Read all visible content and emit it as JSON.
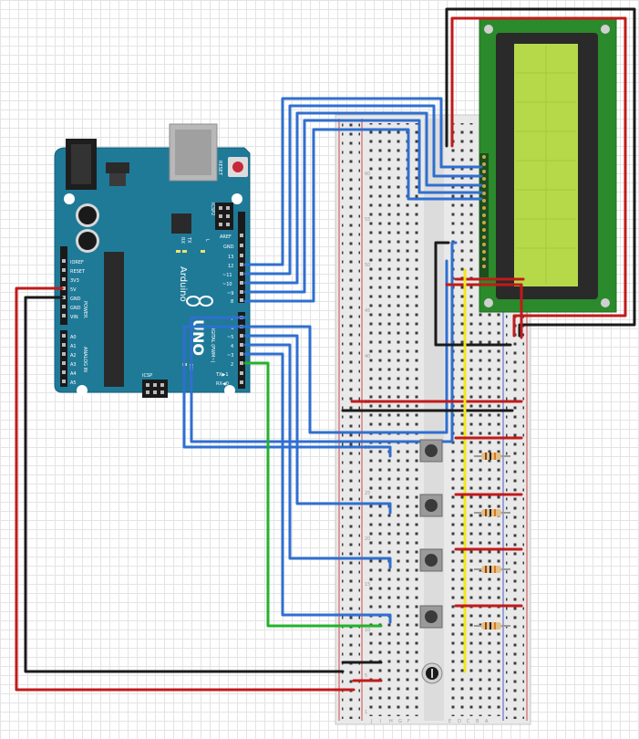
{
  "arduino": {
    "reset_label": "RESET",
    "icsp2_label": "ICSP2",
    "icsp_label": "ICSP",
    "tx_label": "TX",
    "rx_label": "RX",
    "l_label": "L",
    "on_label": "ON",
    "brand": "Arduino",
    "model": "UNO",
    "power_label": "POWER",
    "analog_label": "ANALOG IN",
    "digital_label": "DIGITAL (PWM~)",
    "power_pins": [
      "IOREF",
      "RESET",
      "3V3",
      "5V",
      "GND",
      "GND",
      "VIN"
    ],
    "analog_pins": [
      "A0",
      "A1",
      "A2",
      "A3",
      "A4",
      "A5"
    ],
    "header_top": [
      "AREF",
      "GND",
      "13",
      "12",
      "~11",
      "~10",
      "~9",
      "8"
    ],
    "header_bottom": [
      "7",
      "~6",
      "~5",
      "4",
      "~3",
      "2",
      "TX▶1",
      "RX◀0"
    ]
  },
  "breadboard": {
    "row_numbers": [
      "1",
      "5",
      "10",
      "15",
      "20",
      "25",
      "30",
      "35",
      "40",
      "45",
      "50",
      "55",
      "60"
    ],
    "col_letters": [
      "J",
      "I",
      "H",
      "G",
      "F",
      "E",
      "D",
      "C",
      "B",
      "A"
    ]
  },
  "colors": {
    "arduino": "#1f7a98",
    "wire_blue": "#2f6fd0",
    "wire_red": "#c21a1a",
    "wire_black": "#1a1a1a",
    "wire_green": "#22b22a",
    "wire_yellow": "#f2e81a",
    "lcd_pcb": "#2b8a2b",
    "lcd_screen": "#b6d94a"
  }
}
